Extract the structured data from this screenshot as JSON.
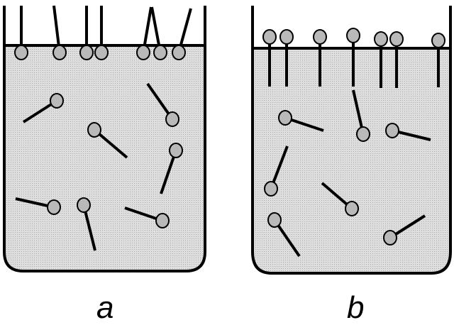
{
  "panels": [
    {
      "id": "a",
      "label": "a"
    },
    {
      "id": "b",
      "label": "b"
    }
  ],
  "style": {
    "liquid_fill": "#dedede",
    "stipple": "#a9a9a9",
    "head_fill": "#b9b9b9",
    "line": "#000000"
  }
}
